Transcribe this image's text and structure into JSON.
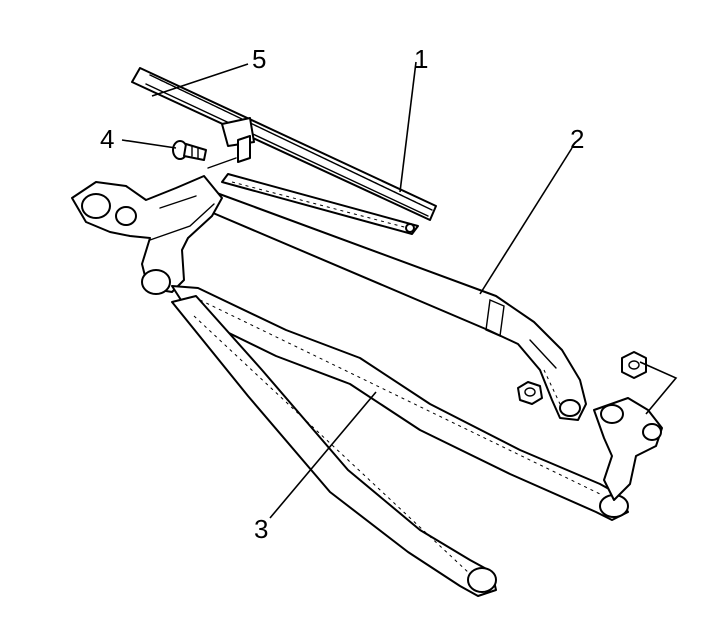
{
  "callouts": [
    {
      "id": "1",
      "text": "1"
    },
    {
      "id": "2",
      "text": "2"
    },
    {
      "id": "3",
      "text": "3"
    },
    {
      "id": "4",
      "text": "4"
    },
    {
      "id": "5",
      "text": "5"
    }
  ],
  "colors": {
    "ink": "#000000",
    "paper": "#ffffff"
  },
  "icons": [
    "wiper-blade-insert-illustration",
    "wiper-arm-illustration",
    "wiper-linkage-illustration",
    "bolt-illustration",
    "nut-illustration"
  ]
}
